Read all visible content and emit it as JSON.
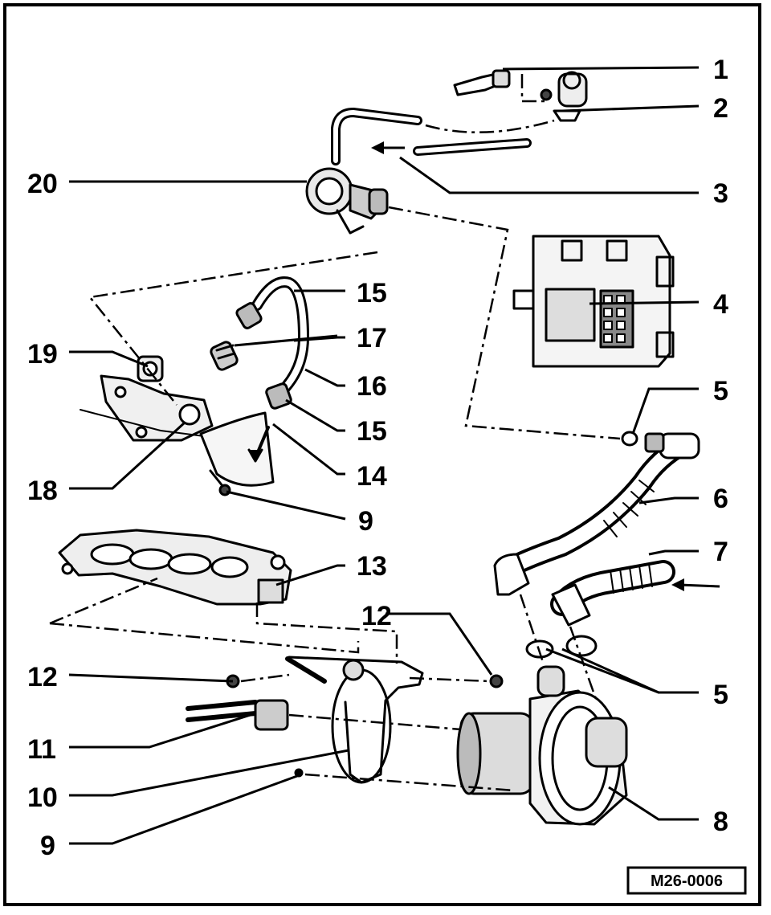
{
  "figure_id": "M26-0006",
  "callouts": [
    "1",
    "2",
    "3",
    "4",
    "5",
    "6",
    "7",
    "8",
    "9",
    "10",
    "11",
    "12",
    "13",
    "14",
    "15",
    "16",
    "17",
    "18",
    "19",
    "20",
    "5",
    "15",
    "12",
    "5",
    "9"
  ],
  "icons": {
    "flow_arrow": "arrow-left-icon"
  }
}
